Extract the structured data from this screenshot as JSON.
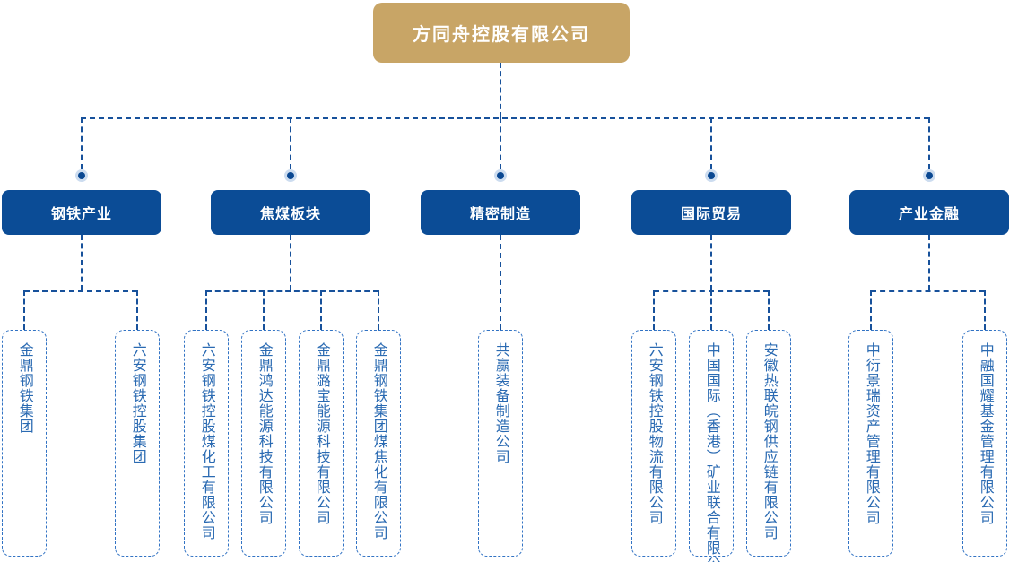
{
  "chart_type": "org-chart",
  "root": {
    "label": "方同舟控股有限公司"
  },
  "branches": [
    {
      "label": "钢铁产业",
      "children": [
        "金鼎钢铁集团",
        "六安钢铁控股集团"
      ]
    },
    {
      "label": "焦煤板块",
      "children": [
        "六安钢铁控股煤化工有限公司",
        "金鼎鸿达能源科技有限公司",
        "金鼎潞宝能源科技有限公司",
        "金鼎钢铁集团煤焦化有限公司"
      ]
    },
    {
      "label": "精密制造",
      "children": [
        "共赢装备制造公司"
      ]
    },
    {
      "label": "国际贸易",
      "children": [
        "六安钢铁控股物流有限公司",
        "中国国际（香港）矿业联合有限公司",
        "安徽热联皖钢供应链有限公司"
      ]
    },
    {
      "label": "产业金融",
      "children": [
        "中衍景瑞资产管理有限公司",
        "中融国耀基金管理有限公司"
      ]
    }
  ],
  "colors": {
    "root_bg": "#C8A566",
    "branch_bg": "#0B4C96",
    "connector_line": "#17519B",
    "leaf_border": "#3273C4",
    "leaf_text": "#2A6AB2",
    "dot_core": "#0A4892",
    "dot_halo": "#CCDCEF"
  }
}
